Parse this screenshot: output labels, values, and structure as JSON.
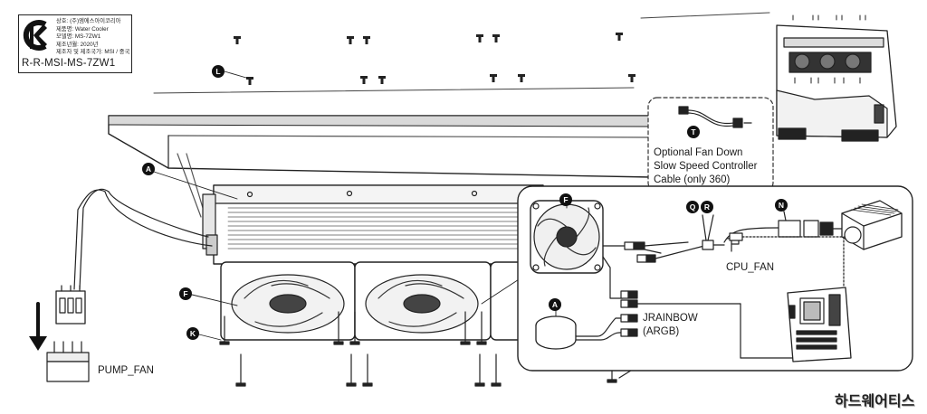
{
  "kc_label": {
    "lines": [
      "상호: (주)엠에스아이코리아",
      "제품명: Water Cooler",
      "모델명: MS-7ZW1",
      "제조년월: 2020년",
      "제조자 및 제조국가: MSI / 중국"
    ],
    "registration": "R-R-MSI-MS-7ZW1"
  },
  "callouts": {
    "L": "L",
    "A": "A",
    "F": "F",
    "K": "K",
    "T": "T",
    "Q": "Q",
    "R": "R",
    "N": "N"
  },
  "optional_cable_note": {
    "line1": "Optional Fan Down",
    "line2": "Slow Speed Controller",
    "line3": "Cable (only 360)"
  },
  "labels": {
    "cpu_fan": "CPU_FAN",
    "jrainbow": "JRAINBOW",
    "argb": "(ARGB)",
    "pump_fan": "PUMP_FAN"
  },
  "watermark": "하드웨어티스"
}
